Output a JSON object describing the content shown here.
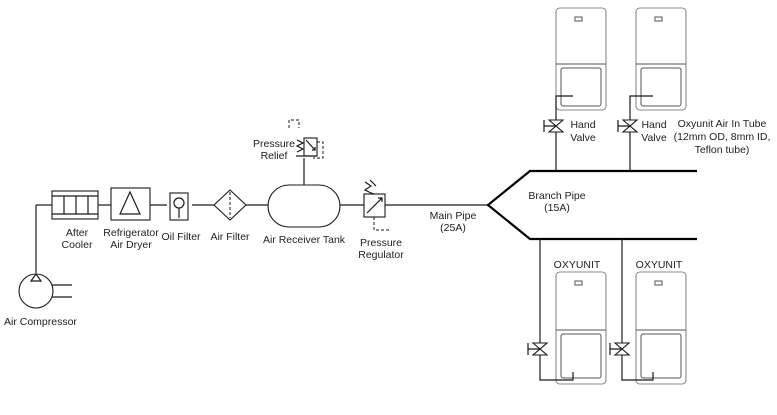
{
  "labels": {
    "air_compressor": "Air Compressor",
    "after_cooler": [
      "After",
      "Cooler"
    ],
    "refrigerator_air_dryer": [
      "Refrigerator",
      "Air Dryer"
    ],
    "oil_filter": "Oil Filter",
    "air_filter": "Air Filter",
    "air_receiver_tank": "Air Receiver Tank",
    "pressure_relief": [
      "Pressure",
      "Relief"
    ],
    "pressure_regulator": [
      "Pressure",
      "Regulator"
    ],
    "main_pipe": [
      "Main Pipe",
      "(25A)"
    ],
    "branch_pipe": [
      "Branch Pipe",
      "(15A)"
    ],
    "hand_valve": [
      "Hand",
      "Valve"
    ],
    "oxyunit_tube": [
      "Oxyunit Air In Tube",
      "(12mm OD, 8mm ID,",
      "Teflon tube)"
    ],
    "oxyunit": "OXYUNIT"
  }
}
